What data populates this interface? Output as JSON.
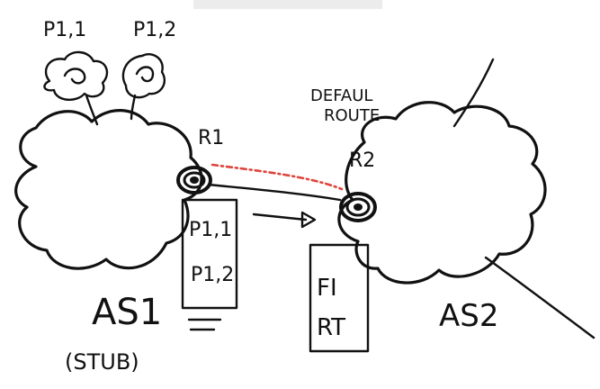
{
  "labels": {
    "prefix_1": "P1,1",
    "prefix_2": "P1,2",
    "router_1": "R1",
    "router_2": "R2",
    "default_route_line1": "DEFAUL",
    "default_route_line2": "ROUTE",
    "table_left_line1": "P1,1",
    "table_left_line2": "P1,2",
    "table_right_line1": "FI",
    "table_right_line2": "RT",
    "as1": "AS1",
    "as1_note": "(STUB)",
    "as2": "AS2"
  },
  "colors": {
    "ink": "#111111",
    "default_route": "#e0443a"
  }
}
